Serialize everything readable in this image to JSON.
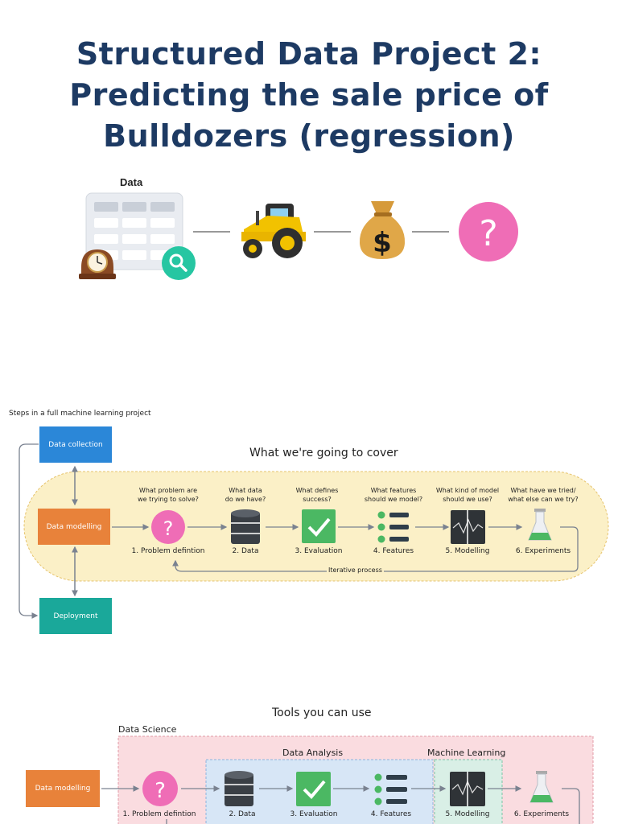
{
  "title": {
    "line1": "Structured Data Project 2:",
    "line2": "Predicting the sale price of",
    "line3": "Bulldozers (regression)"
  },
  "flow": {
    "data_label": "Data",
    "question_mark": "?",
    "icons": [
      "table-icon",
      "mantel-clock-icon",
      "magnifier-icon",
      "tractor-icon",
      "money-bag-icon",
      "question-circle-icon"
    ]
  },
  "steps_diagram": {
    "heading": "Steps in a full machine learning project",
    "cover_title": "What we're going to cover",
    "data_collection": "Data collection",
    "data_modelling": "Data modelling",
    "deployment": "Deployment",
    "iterative": "Iterative process",
    "questions": [
      {
        "l1": "What problem are",
        "l2": "we trying to solve?"
      },
      {
        "l1": "What data",
        "l2": "do we have?"
      },
      {
        "l1": "What defines",
        "l2": "success?"
      },
      {
        "l1": "What features",
        "l2": "should we model?"
      },
      {
        "l1": "What kind of model",
        "l2": "should we use?"
      },
      {
        "l1": "What have we tried/",
        "l2": "what else can we try?"
      }
    ],
    "steps": [
      "1. Problem defintion",
      "2. Data",
      "3. Evaluation",
      "4. Features",
      "5. Modelling",
      "6. Experiments"
    ]
  },
  "tools_diagram": {
    "title": "Tools you can use",
    "data_science": "Data Science",
    "data_analysis": "Data Analysis",
    "machine_learning": "Machine Learning",
    "data_modelling": "Data modelling",
    "steps": [
      "1. Problem defintion",
      "2. Data",
      "3. Evaluation",
      "4. Features",
      "5. Modelling",
      "6. Experiments"
    ]
  },
  "colors": {
    "title": "#1d3a63",
    "blue_box": "#2b87d8",
    "orange_box": "#e8823a",
    "teal_box": "#1aa89a",
    "cover_fill": "#fbf0c7",
    "pink_circle": "#ec6fb7",
    "green_check": "#4bb863",
    "science_fill": "#fadce0",
    "analysis_fill": "#d7e6f6",
    "ml_fill": "#d9efe6"
  }
}
